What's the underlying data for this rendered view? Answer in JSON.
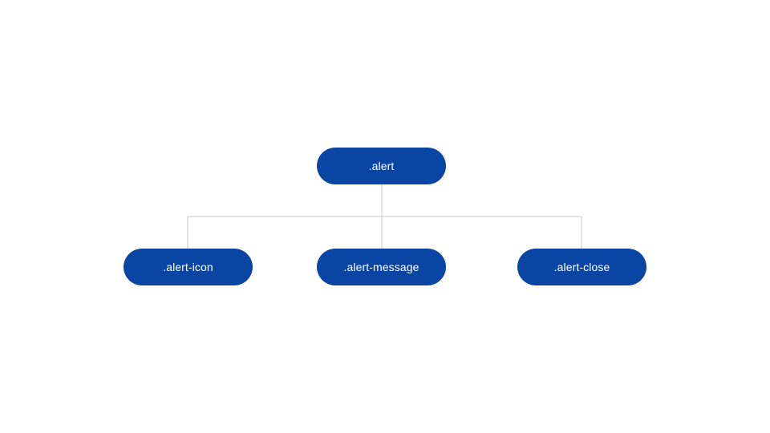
{
  "colors": {
    "node_fill": "#0A45A4",
    "node_text": "#FFFFFF",
    "connector": "#C8C8C8"
  },
  "tree": {
    "root": {
      "label": ".alert"
    },
    "children": [
      {
        "label": ".alert-icon"
      },
      {
        "label": ".alert-message"
      },
      {
        "label": ".alert-close"
      }
    ]
  }
}
